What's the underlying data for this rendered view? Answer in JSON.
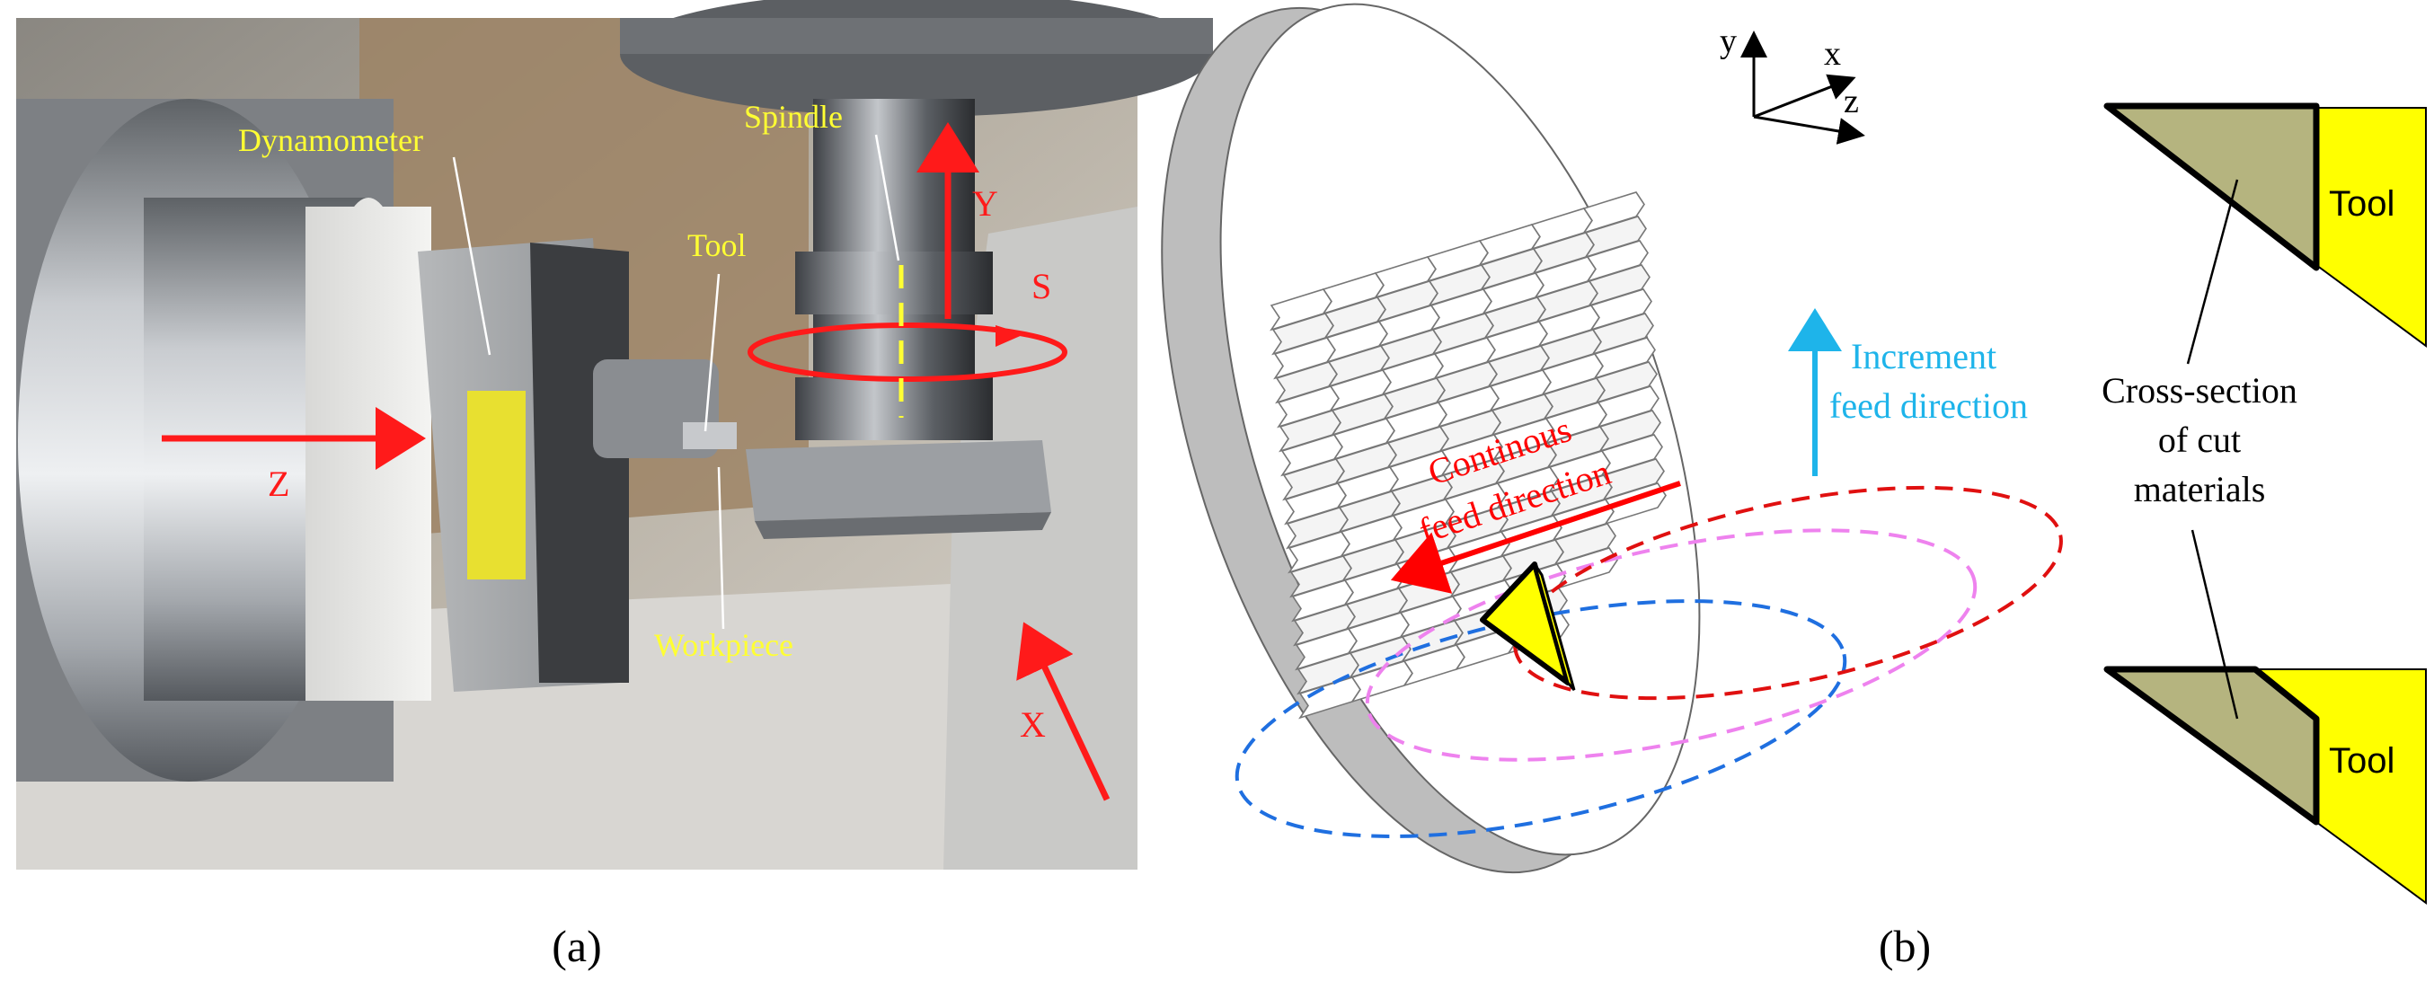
{
  "panel_a": {
    "caption": "(a)",
    "labels": {
      "dynamometer": "Dynamometer",
      "spindle": "Spindle",
      "tool": "Tool",
      "workpiece": "Workpiece"
    },
    "axes": {
      "z": "Z",
      "y": "Y",
      "x": "X",
      "s": "S"
    },
    "colors": {
      "label": "#ffff33",
      "axis": "#ff1a1a"
    }
  },
  "panel_b": {
    "caption": "(b)",
    "coord_axes": {
      "x": "x",
      "y": "y",
      "z": "z"
    },
    "increment_label_line1": "Increment",
    "increment_label_line2": "feed direction",
    "continuous_label_line1": "Continous",
    "continuous_label_line2": "feed direction",
    "colors": {
      "increment": "#1eb4ea",
      "continuous": "#ff0000",
      "tool": "#ffff00",
      "ellipse_blue": "#1f6fe0",
      "ellipse_pink": "#ee82ee",
      "ellipse_red": "#e01010"
    }
  },
  "panel_c": {
    "tool_label_top": "Tool",
    "tool_label_bottom": "Tool",
    "cross_section_line1": "Cross-section",
    "cross_section_line2": "of cut",
    "cross_section_line3": "materials",
    "colors": {
      "material": "#b5b47f",
      "tool": "#ffff00"
    }
  }
}
